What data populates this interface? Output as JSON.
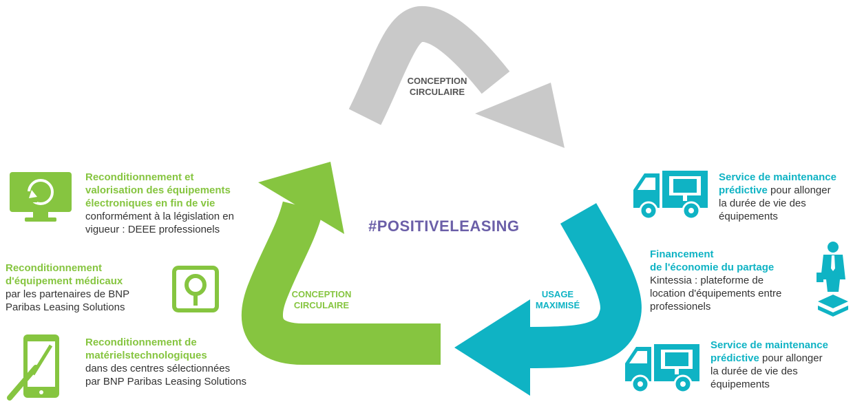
{
  "diagram": {
    "hashtag": "#POSITIVELEASING",
    "arrows": {
      "gray": [
        "CONCEPTION",
        "CIRCULAIRE"
      ],
      "green": [
        "CONCEPTION",
        "CIRCULAIRE"
      ],
      "teal": [
        "USAGE",
        "MAXIMISÉ"
      ]
    },
    "colors": {
      "green": "#86c540",
      "teal": "#0fb3c4",
      "gray": "#c9c9c9",
      "purple": "#6b5fa8"
    }
  },
  "left_items": [
    {
      "icon": "refresh-monitor-icon",
      "title_lines": [
        "Reconditionnement et",
        "valorisation des équipements",
        "électroniques en fin de vie"
      ],
      "body_lines": [
        "conformément à la législation en",
        "vigueur : DEEE professionels"
      ]
    },
    {
      "icon": "medical-equipment-icon",
      "title_lines": [
        "Reconditionnement",
        "d'équipement médicaux"
      ],
      "body_lines": [
        "par les partenaires de BNP",
        "Paribas Leasing Solutions"
      ]
    },
    {
      "icon": "tablet-tools-icon",
      "title_lines": [
        "Reconditionnement de",
        "matérielstechnologiques"
      ],
      "body_lines": [
        "dans des centres sélectionnées",
        "par BNP Paribas Leasing Solutions"
      ]
    }
  ],
  "right_items": [
    {
      "icon": "maintenance-truck-icon",
      "highlight_lines": [
        "Service de maintenance",
        "prédictive"
      ],
      "rest_of_line2": " pour allonger",
      "body_lines": [
        "la durée de vie des",
        "équipements"
      ]
    },
    {
      "icon": "sharing-person-icon",
      "title_lines": [
        "Financement",
        "de l'économie du partage"
      ],
      "body_lines": [
        "Kintessia : plateforme de",
        "location d'équipements entre",
        "professionels"
      ]
    },
    {
      "icon": "maintenance-truck-icon",
      "highlight_lines": [
        "Service de maintenance",
        "prédictive"
      ],
      "rest_of_line2": " pour allonger",
      "body_lines": [
        "la durée de vie des",
        "équipements"
      ]
    }
  ]
}
